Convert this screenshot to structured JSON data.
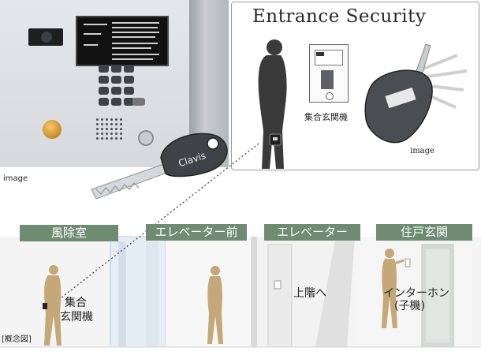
{
  "top": {
    "caption_image_left": "image",
    "caption_image_right": "image",
    "security_title": "Entrance Security",
    "panel_label": "集合玄関機",
    "key_brand": "Clavis"
  },
  "bottom": {
    "zones": [
      {
        "label": "風除室"
      },
      {
        "label": "エレベーター前"
      },
      {
        "label": "エレベーター"
      },
      {
        "label": "住戸玄関"
      }
    ],
    "annotation_panel_line1": "集合",
    "annotation_panel_line2": "玄関機",
    "annotation_upstairs": "上階へ",
    "annotation_intercom_line1": "インターホン",
    "annotation_intercom_line2": "(子機)",
    "concept_label": "[概念図]"
  },
  "colors": {
    "label_bg": "#6f8b72",
    "silhouette": "#c5a878",
    "person_dark": "#3a3a3a"
  }
}
